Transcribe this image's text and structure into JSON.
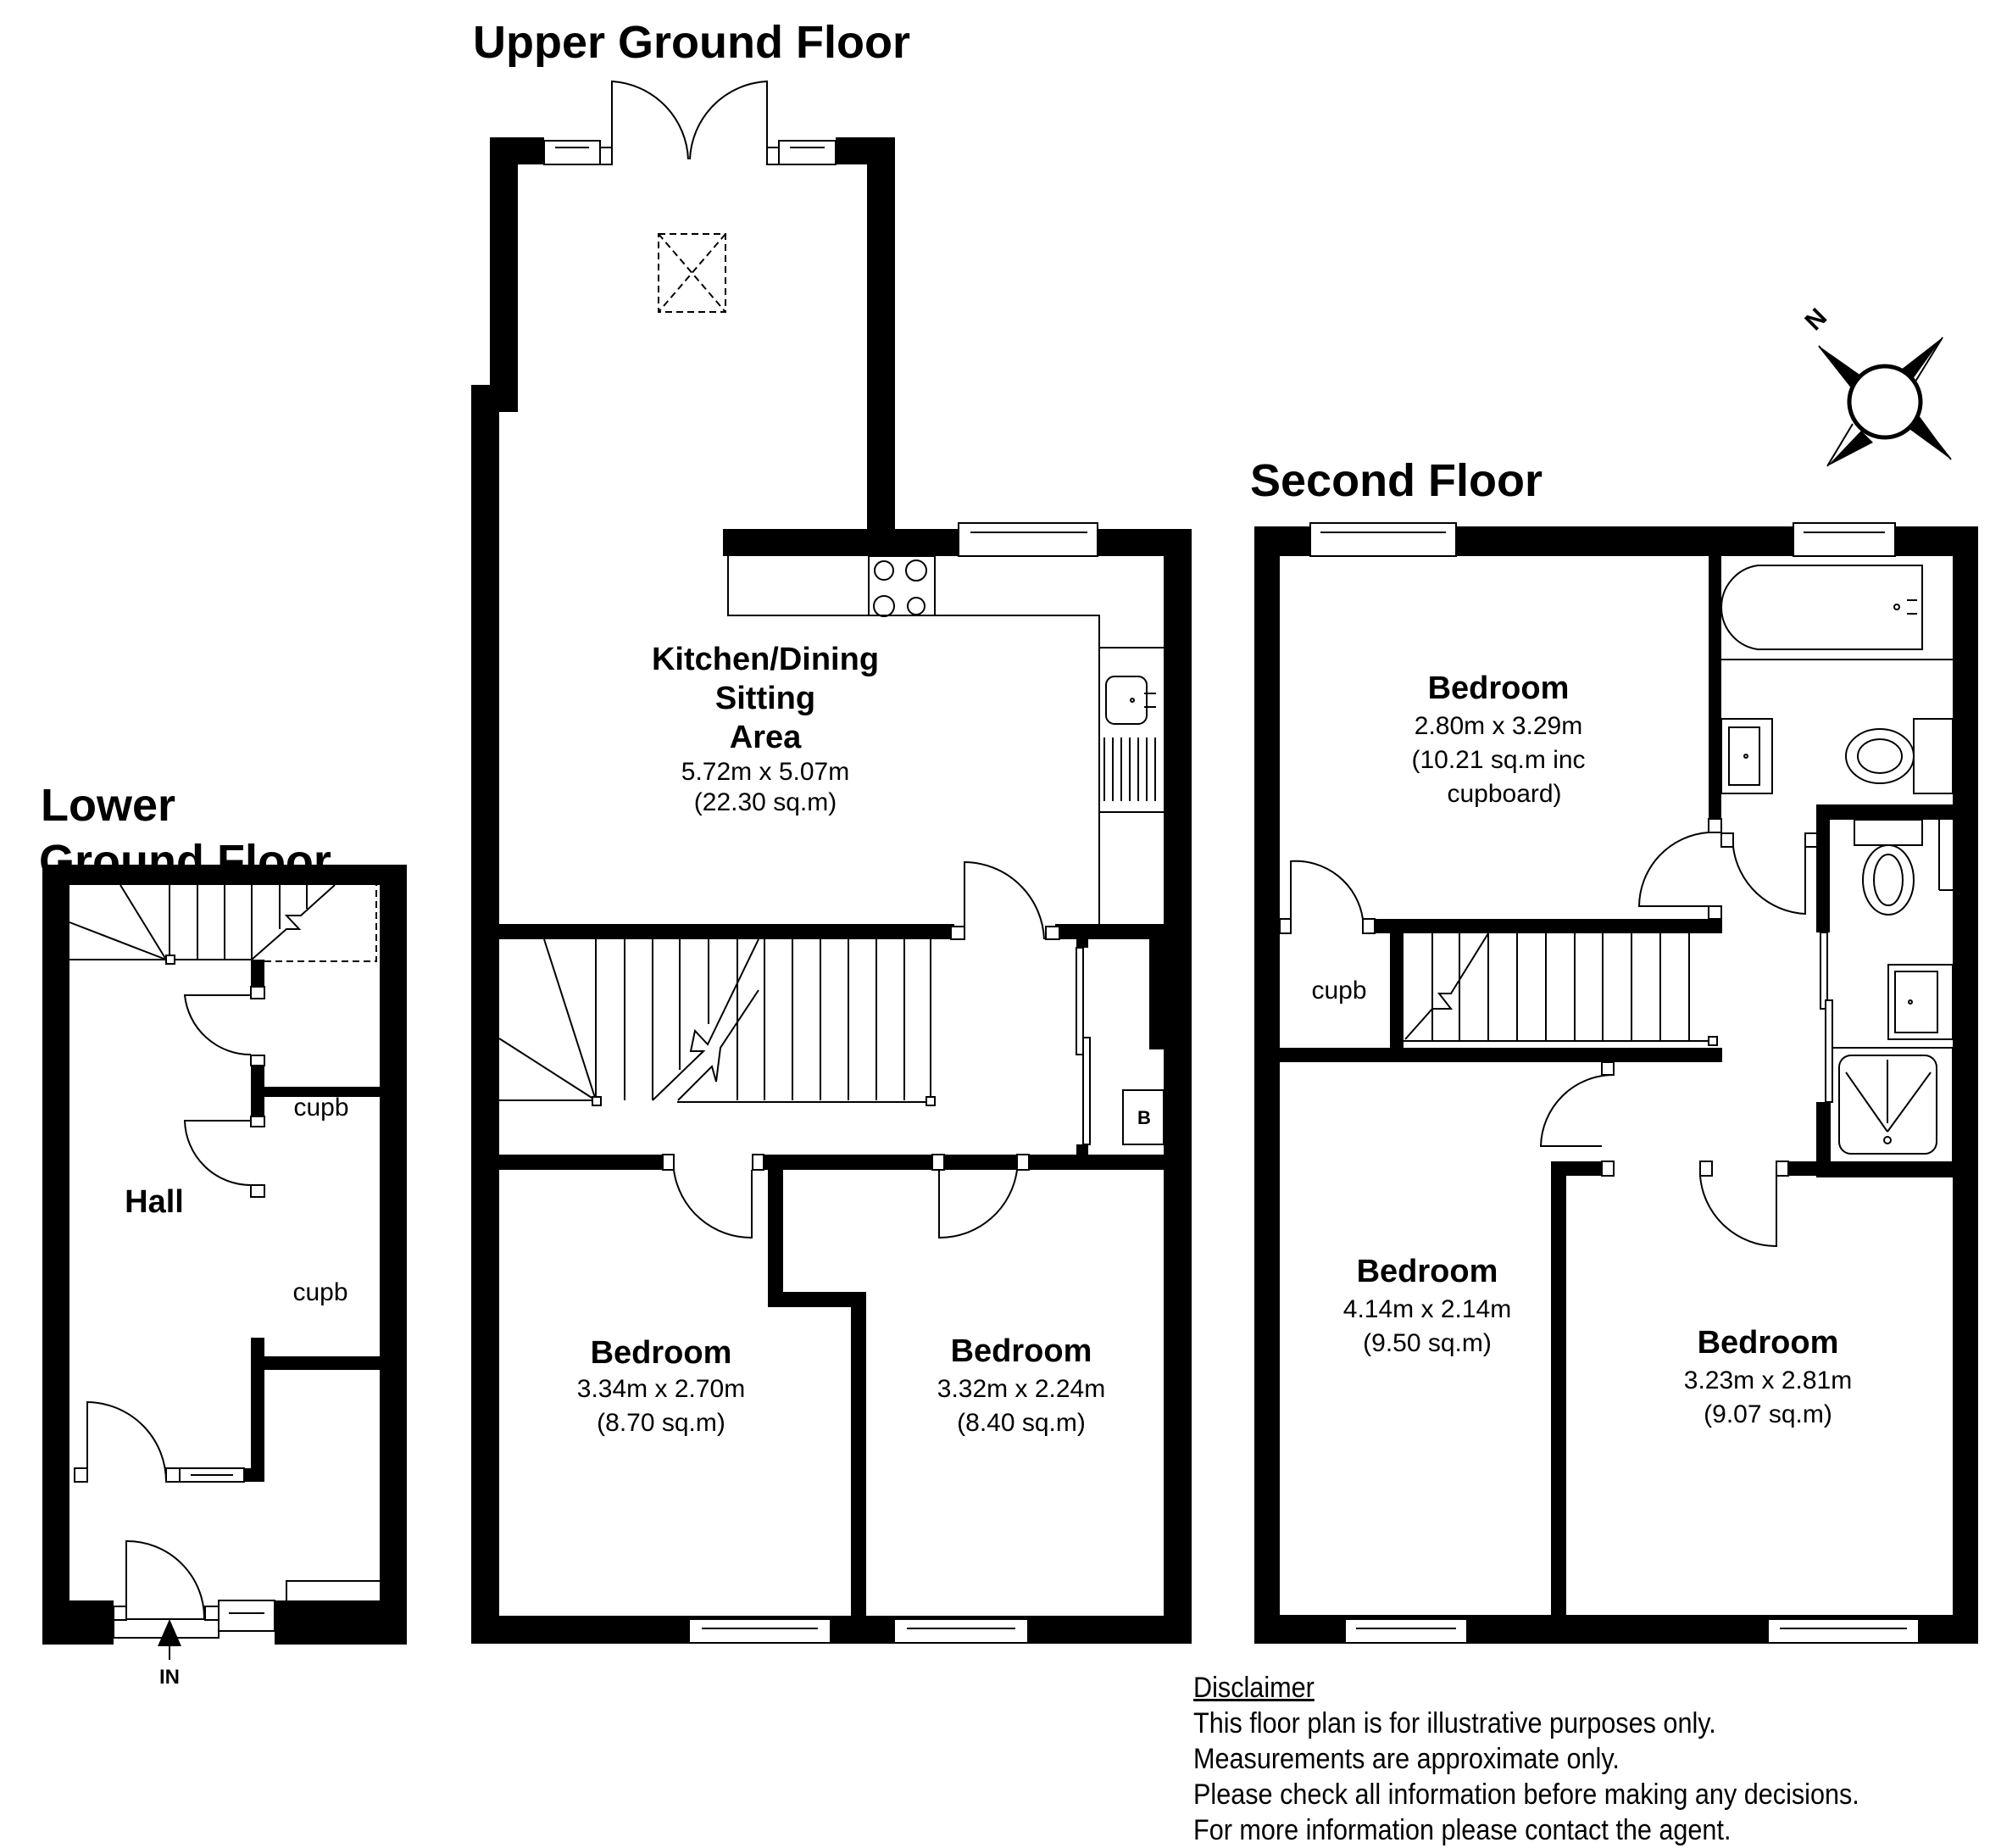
{
  "floors": {
    "lower_ground": {
      "title_line1": "Lower",
      "title_line2": "Ground Floor",
      "rooms": {
        "hall": "Hall",
        "cupb_upper": "cupb",
        "cupb_lower": "cupb"
      },
      "entrance_label": "IN"
    },
    "upper_ground": {
      "title": "Upper Ground Floor",
      "rooms": {
        "kitchen": {
          "name_line1": "Kitchen/Dining",
          "name_line2": "Sitting",
          "name_line3": "Area",
          "dimensions": "5.72m x 5.07m",
          "area": "(22.30 sq.m)"
        },
        "bedroom_left": {
          "name": "Bedroom",
          "dimensions": "3.34m x 2.70m",
          "area": "(8.70 sq.m)"
        },
        "bedroom_right": {
          "name": "Bedroom",
          "dimensions": "3.32m x 2.24m",
          "area": "(8.40 sq.m)"
        },
        "boiler_label": "B"
      }
    },
    "second": {
      "title": "Second Floor",
      "rooms": {
        "bedroom_top": {
          "name": "Bedroom",
          "dimensions": "2.80m x 3.29m",
          "area_line1": "(10.21 sq.m inc",
          "area_line2": "cupboard)"
        },
        "cupb": "cupb",
        "bedroom_bottom_left": {
          "name": "Bedroom",
          "dimensions": "4.14m x 2.14m",
          "area": "(9.50 sq.m)"
        },
        "bedroom_bottom_right": {
          "name": "Bedroom",
          "dimensions": "3.23m x 2.81m",
          "area": "(9.07 sq.m)"
        }
      }
    }
  },
  "compass": {
    "north_label": "N",
    "icon": "compass-rose-icon"
  },
  "disclaimer": {
    "heading": "Disclaimer",
    "lines": [
      "This floor plan is for illustrative purposes only.",
      "Measurements are approximate only.",
      "Please check all information before making any decisions.",
      "For more information please contact the agent."
    ]
  }
}
